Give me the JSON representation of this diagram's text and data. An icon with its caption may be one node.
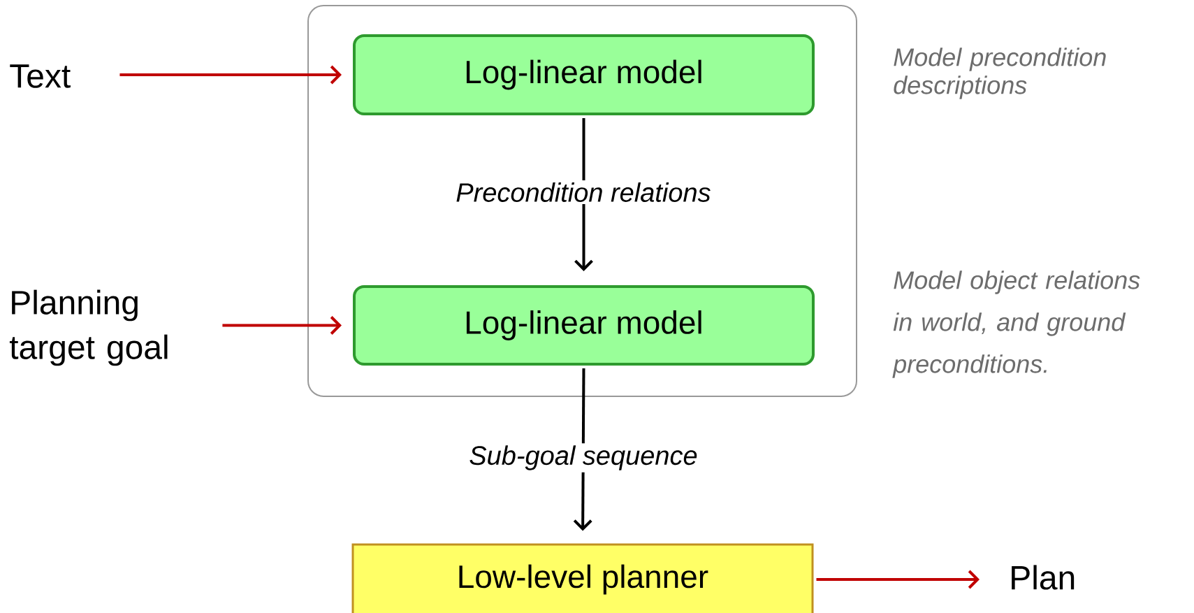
{
  "diagram": {
    "nodes": [
      {
        "text": [],
        "shape": "box"
      },
      {
        "text": [
          "Log-linear model"
        ],
        "in": 0
      },
      {
        "text": [
          "Log-linear model"
        ],
        "in": 0
      },
      {
        "text": [
          "Low-level planner"
        ]
      },
      {
        "text": [
          "Text"
        ]
      },
      {
        "text": [
          "Planning target goal"
        ]
      },
      {
        "text": [
          "Plan"
        ]
      }
    ],
    "edges": [
      {
        "from": 4,
        "to": 1,
        "arrow": "to"
      },
      {
        "from": 5,
        "to": 2,
        "arrow": "to"
      },
      {
        "from": 1,
        "to": 2,
        "arrow": "to",
        "label": "Precondition relations",
        "color": "#000000"
      },
      {
        "from": 2,
        "to": 3,
        "arrow": "to",
        "label": "Sub-goal sequence",
        "color": "#000000"
      },
      {
        "from": 3,
        "to": 6,
        "arrow": "to"
      }
    ],
    "labels": [
      "Model precondition descriptions",
      "Model object relations in world, and ground preconditions."
    ]
  }
}
